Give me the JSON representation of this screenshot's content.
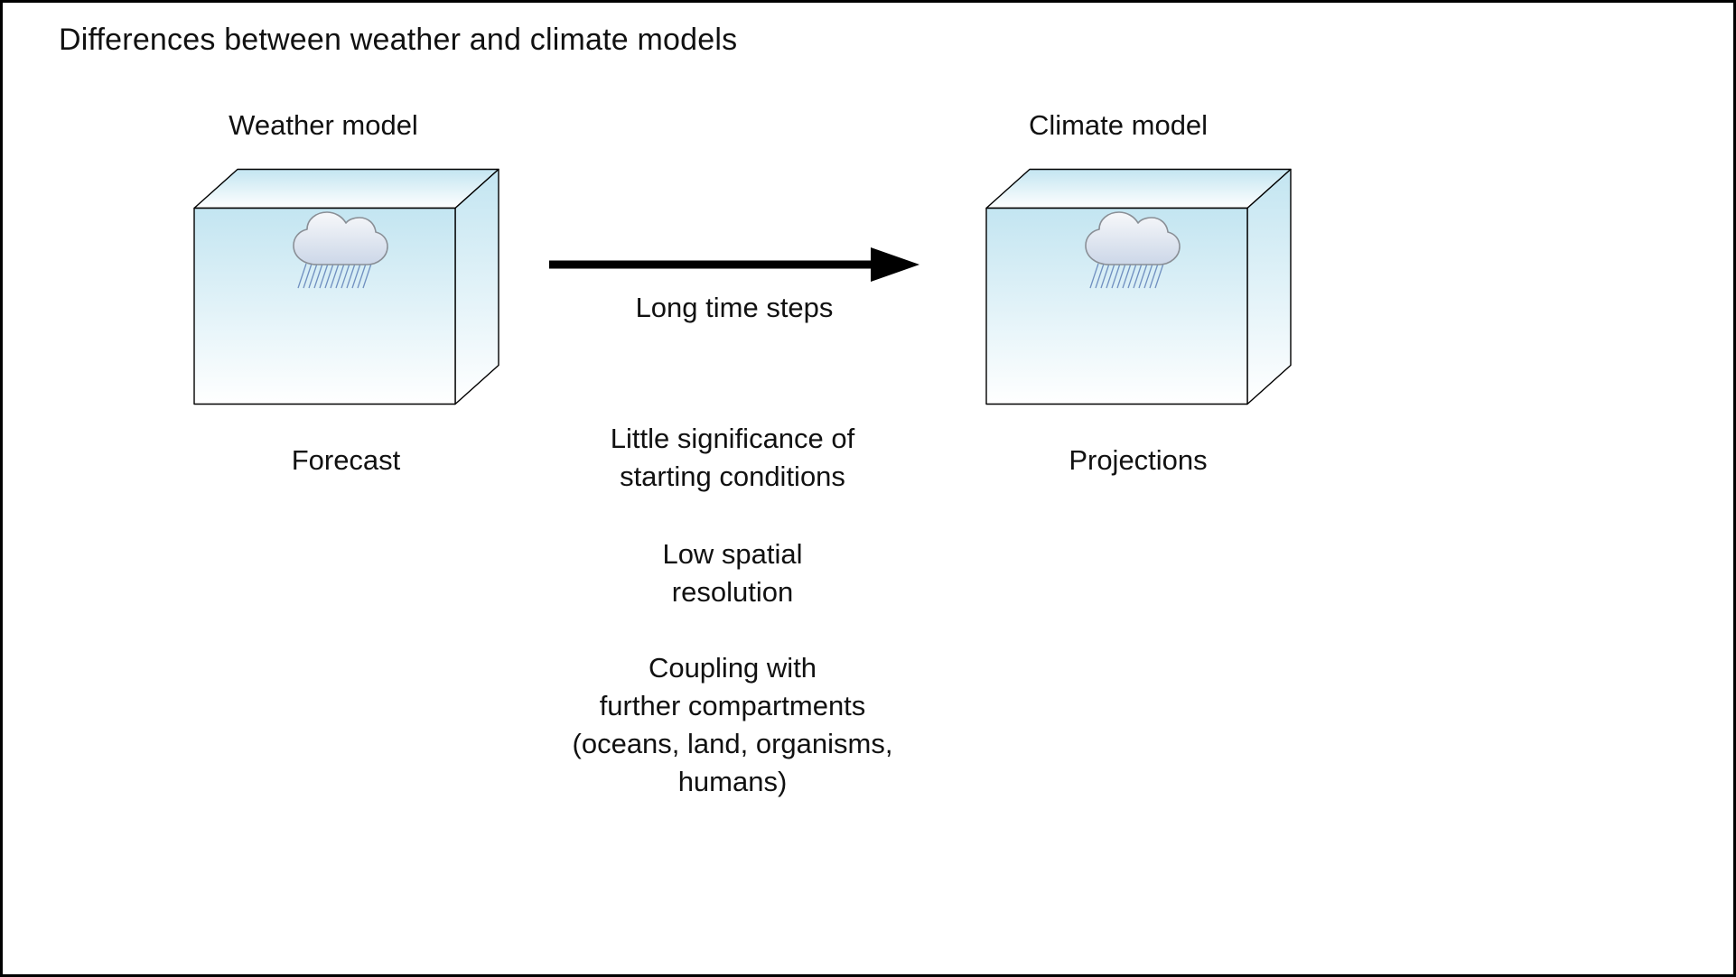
{
  "title": "Differences between weather and climate models",
  "weather_model": {
    "label": "Weather model",
    "caption": "Forecast"
  },
  "climate_model": {
    "label": "Climate model",
    "caption": "Projections"
  },
  "arrow": {
    "label": "Long time steps"
  },
  "notes": [
    "Little significance of\nstarting conditions",
    "Low spatial\nresolution",
    "Coupling with\nfurther compartments\n(oceans, land, organisms,\nhumans)"
  ],
  "icons": {
    "rain_cloud": "cloud-with-rain"
  },
  "colors": {
    "box_top": "#c3e5f1",
    "box_bottom": "#ffffff",
    "cloud_top": "#f7f8fa",
    "cloud_bottom": "#ccd7e8",
    "rain": "#7090c0",
    "outline": "#000000",
    "text": "#111111"
  }
}
